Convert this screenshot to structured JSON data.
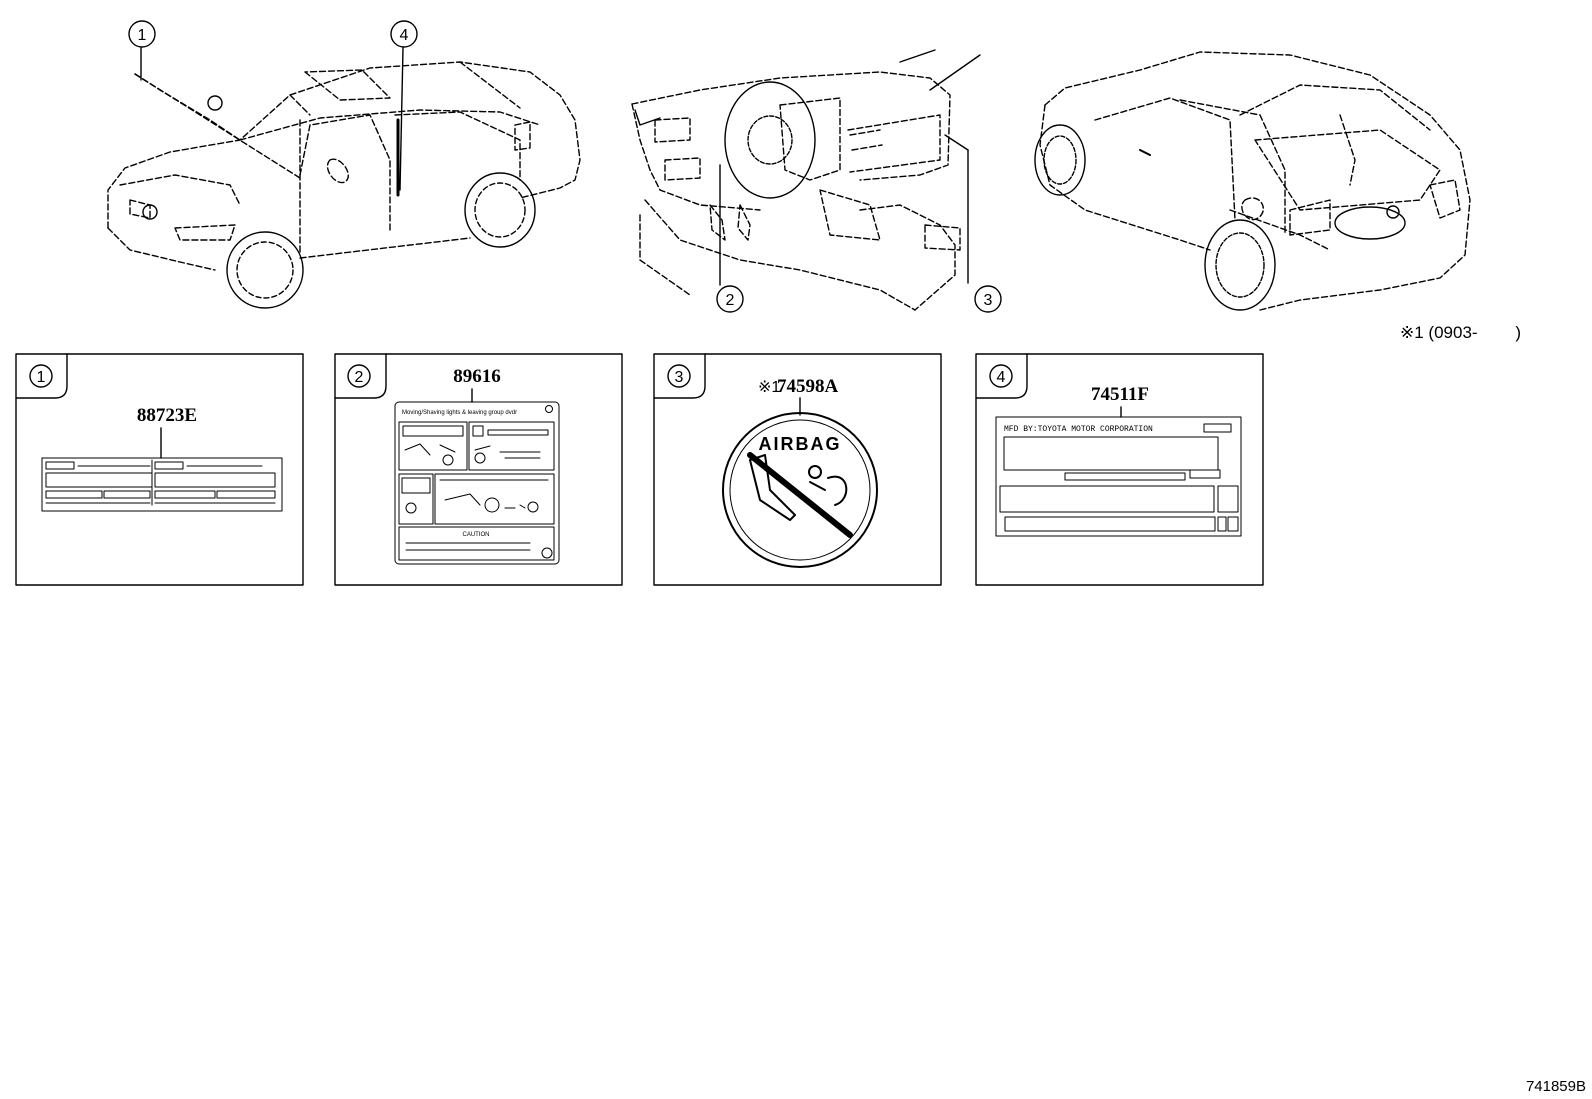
{
  "callouts": [
    "1",
    "2",
    "3",
    "4"
  ],
  "labels": [
    {
      "number": "1",
      "part_number": "88723E"
    },
    {
      "number": "2",
      "part_number": "89616",
      "heading": "Moving/Shaving lights & leaving group dvdr",
      "caution": "CAUTION"
    },
    {
      "number": "3",
      "part_number_mark": "※1",
      "part_number": "74598A",
      "sticker_text": "AIRBAG"
    },
    {
      "number": "4",
      "part_number": "74511F",
      "maker_line": "MFD BY:TOYOTA MOTOR CORPORATION"
    }
  ],
  "note": "※1 (0903-        )",
  "diagram_code": "741859B"
}
